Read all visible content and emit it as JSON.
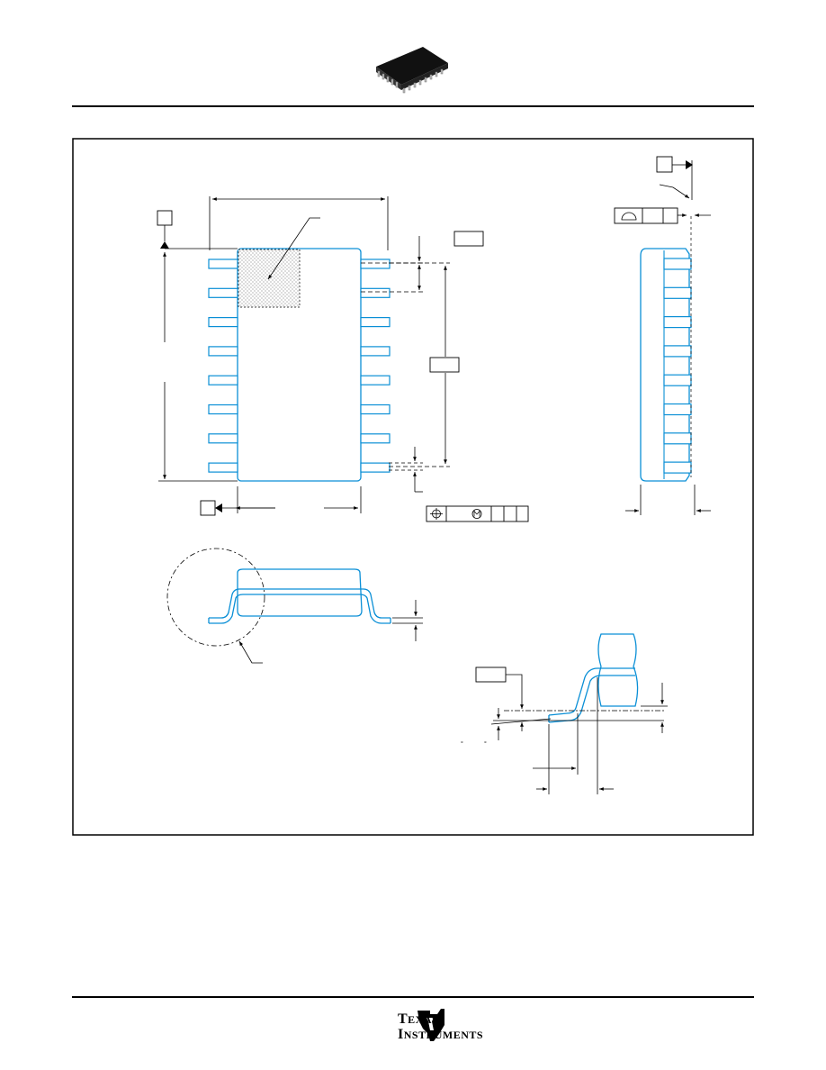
{
  "footer": {
    "brand_line1": "Texas",
    "brand_line2": "Instruments"
  },
  "drawing": {
    "outline_color": "#0a8fd6",
    "line_color": "#000000",
    "lead_count_per_side": 8
  }
}
